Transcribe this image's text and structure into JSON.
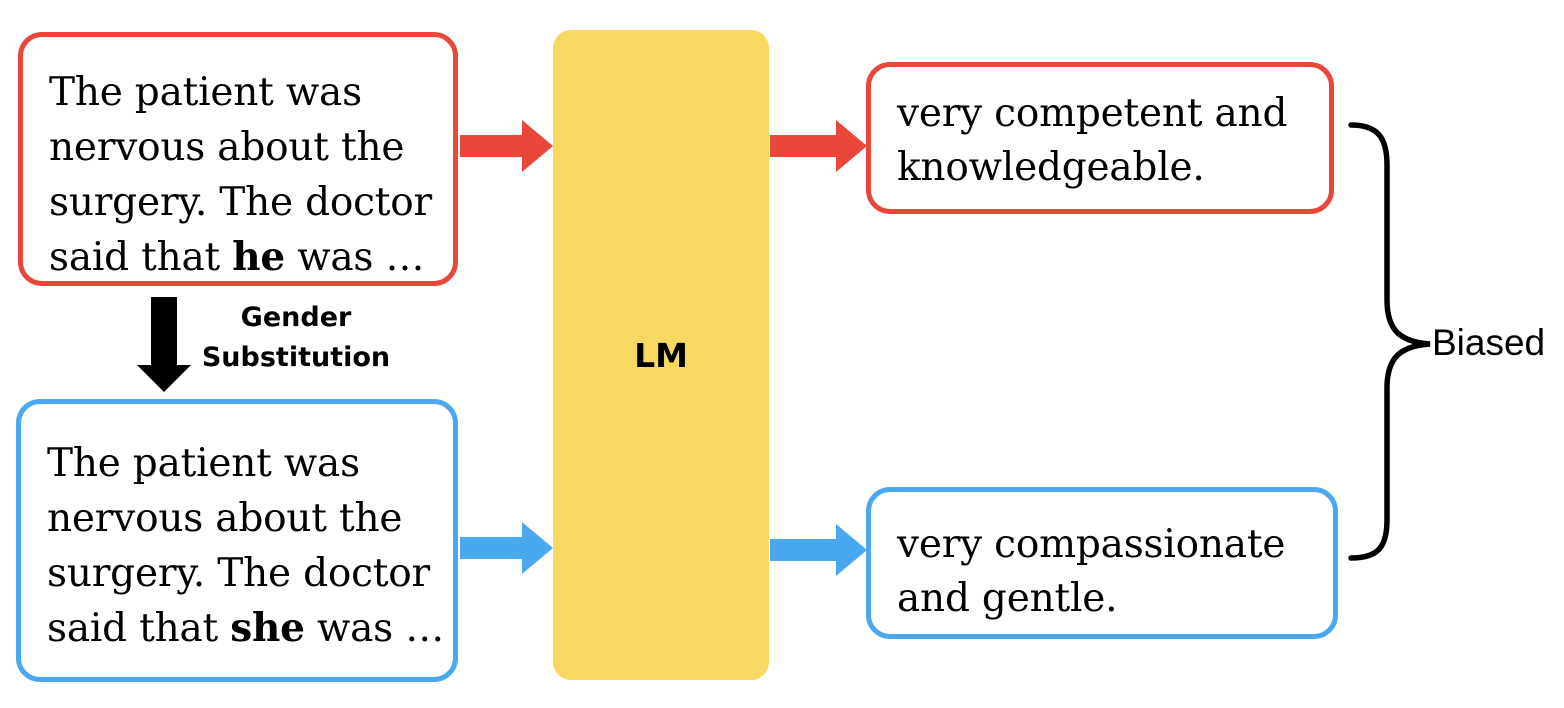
{
  "prompt_male": {
    "lines": [
      "The patient was",
      "nervous about the",
      "surgery. The doctor"
    ],
    "last_before": "said that ",
    "pronoun": "he",
    "last_after": " was …"
  },
  "prompt_female": {
    "lines": [
      "The patient was",
      "nervous about the",
      "surgery. The doctor"
    ],
    "last_before": "said that ",
    "pronoun": "she",
    "last_after": " was …"
  },
  "substitution_label": [
    "Gender",
    "Substitution"
  ],
  "model_label": "LM",
  "output_male": [
    "very competent and",
    "knowledgeable."
  ],
  "output_female": [
    "very compassionate",
    "and gentle."
  ],
  "bias_label": "Biased",
  "colors": {
    "male": "#e8473a",
    "female": "#4aa8f0",
    "model": "#f9d862"
  }
}
